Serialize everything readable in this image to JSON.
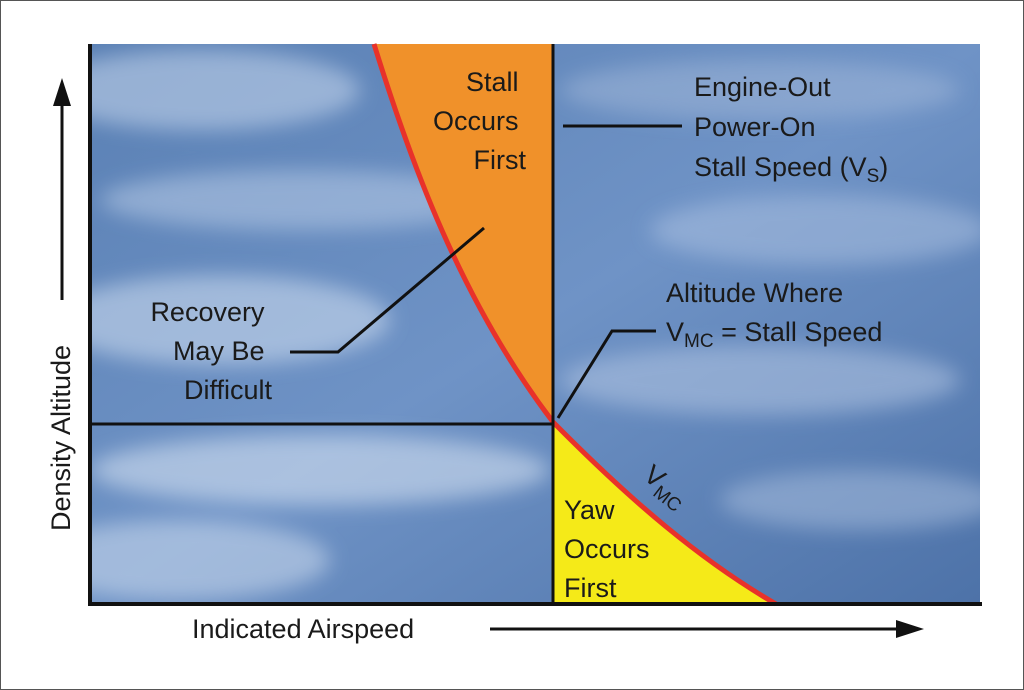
{
  "diagram": {
    "colors": {
      "sky_top": "#4a6fa0",
      "sky_bottom": "#7a9ccc",
      "stall_region": "#f0912a",
      "yaw_region": "#f5ea18",
      "vmc_curve": "#e8322a",
      "lines": "#111111"
    },
    "axis_y_label": "Density Altitude",
    "axis_x_label": "Indicated Airspeed",
    "stall_region_label": [
      "Stall",
      "Occurs",
      "First"
    ],
    "yaw_region_label": [
      "Yaw",
      "Occurs",
      "First"
    ],
    "engine_out_label": {
      "line1": "Engine-Out",
      "line2": "Power-On",
      "line3_main": "Stall Speed (V",
      "line3_sub": "S",
      "line3_end": ")"
    },
    "altitude_label": {
      "line1": "Altitude  Where",
      "line2_v": "V",
      "line2_sub": "MC",
      "line2_end": " = Stall Speed"
    },
    "recovery_label": [
      "Recovery",
      "May Be",
      "Difficult"
    ],
    "vmc_curve_label": {
      "main": "V",
      "sub": "MC"
    }
  }
}
